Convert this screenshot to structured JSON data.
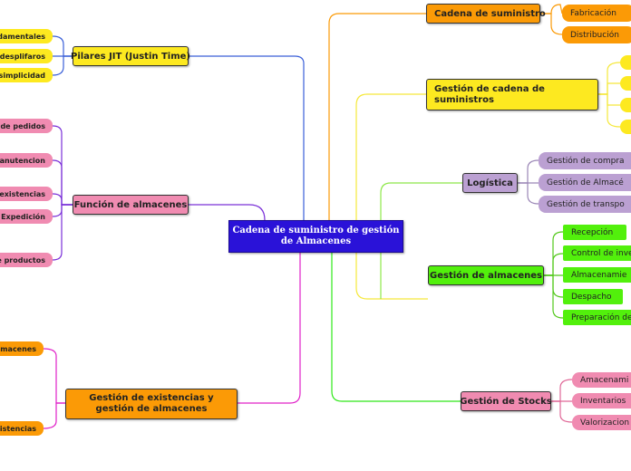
{
  "center": {
    "label": "Cadena de suministro de gestión de Almacenes"
  },
  "colors": {
    "center": "#2a12d8",
    "orange": "#fb9a06",
    "yellow": "#fde920",
    "purple": "#bba0d2",
    "green": "#52f00c",
    "pink": "#f08bb1",
    "blue_link": "#3a5fd8",
    "magenta_link": "#e020c8"
  },
  "branches": {
    "cadena_suministro": {
      "label": "Cadena de suministro",
      "children": [
        "Fabricación",
        "Distribución"
      ]
    },
    "gestion_cadena": {
      "label": "Gestión de cadena de suministros",
      "children": [
        "",
        "",
        "",
        ""
      ]
    },
    "logistica": {
      "label": "Logística",
      "children": [
        "Gestión de compra",
        "Gestión de Almacé",
        "Gestión de transpo"
      ]
    },
    "gestion_almacenes": {
      "label": "Gestión de almacenes",
      "children": [
        "Recepción",
        "Control de inve",
        "Almacenamie",
        "Despacho",
        "Preparación de p"
      ]
    },
    "gestion_stocks": {
      "label": "Gestión de Stocks",
      "children": [
        "Amacenami",
        "Inventarios",
        "Valorizacion"
      ]
    },
    "pilares_jit": {
      "label": "Pilares JIT (Justin Time)",
      "children": [
        "damentales",
        "desplifaros",
        "simplicidad"
      ]
    },
    "funcion_almacenes": {
      "label": "Función de almacenes",
      "children": [
        "de pedidos",
        "anutencion",
        "existencias",
        "Expedición",
        "de productos"
      ]
    },
    "gestion_existencias": {
      "label": "Gestión de existencias y gestión de almacenes",
      "children": [
        "macenes",
        "existencias"
      ]
    }
  }
}
